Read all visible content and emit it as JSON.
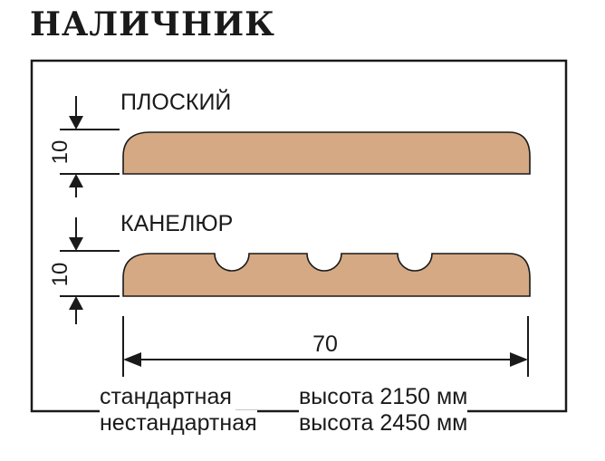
{
  "title": "НАЛИЧНИК",
  "profiles": [
    {
      "name": "ПЛОСКИЙ",
      "thickness": "10"
    },
    {
      "name": "КАНЕЛЮР",
      "thickness": "10"
    }
  ],
  "width_dimension": "70",
  "notes": [
    {
      "label": "стандартная",
      "value": "высота 2150 мм"
    },
    {
      "label": "нестандартная",
      "value": "высота 2450 мм"
    }
  ],
  "colors": {
    "wood": "#d4a983",
    "ink": "#1a1a1a"
  }
}
